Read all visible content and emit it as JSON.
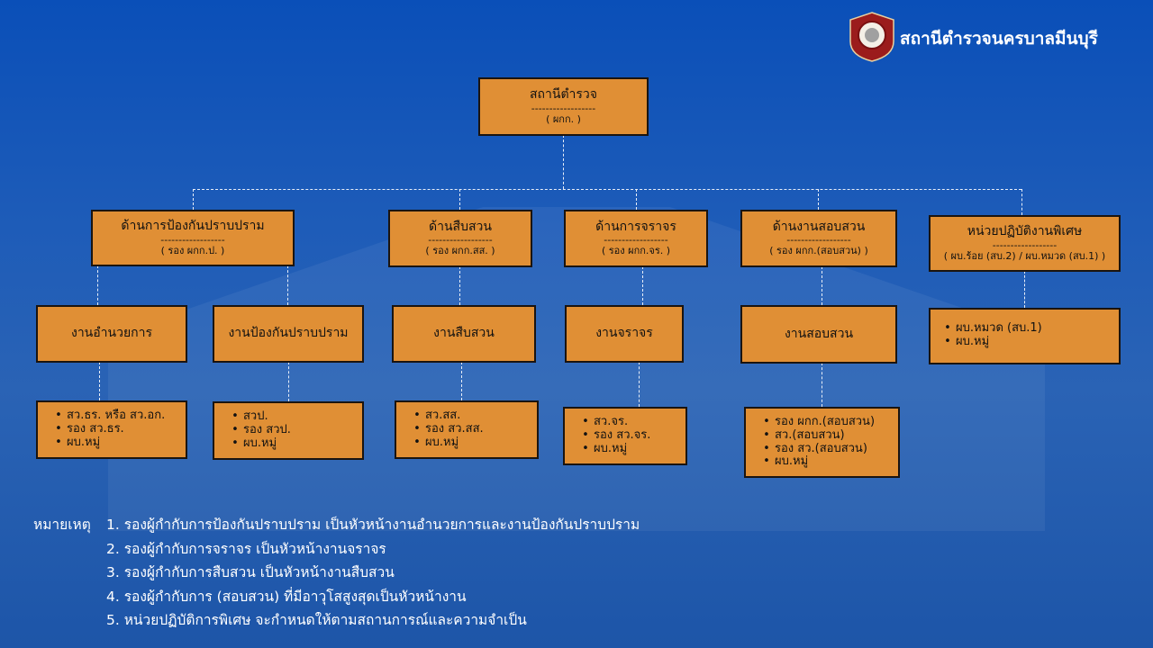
{
  "header": {
    "title": "สถานีตำรวจนครบาลมีนบุรี",
    "logo": "police-emblem"
  },
  "colors": {
    "box": "#e08f35",
    "background": "#1e5cb8"
  },
  "root": {
    "title": "สถานีตำรวจ",
    "divider": "------------------",
    "sub": "( ผกก. )"
  },
  "divisions": [
    {
      "title": "ด้านการป้องกันปราบปราม",
      "divider": "------------------",
      "sub": "( รอง ผกก.ป. )"
    },
    {
      "title": "ด้านสืบสวน",
      "divider": "------------------",
      "sub": "( รอง ผกก.สส. )"
    },
    {
      "title": "ด้านการจราจร",
      "divider": "------------------",
      "sub": "( รอง ผกก.จร. )"
    },
    {
      "title": "ด้านงานสอบสวน",
      "divider": "------------------",
      "sub": "( รอง ผกก.(สอบสวน) )"
    },
    {
      "title": "หน่วยปฏิบัติงานพิเศษ",
      "divider": "------------------",
      "sub": "( ผบ.ร้อย (สบ.2) / ผบ.หมวด (สบ.1)  )"
    }
  ],
  "units": [
    "งานอำนวยการ",
    "งานป้องกันปราบปราม",
    "งานสืบสวน",
    "งานจราจร",
    "งานสอบสวน"
  ],
  "special_unit": {
    "items": [
      "ผบ.หมวด (สบ.1)",
      "ผบ.หมู่"
    ]
  },
  "staff": [
    [
      "สว.ธร. หรือ สว.อก.",
      "รอง สว.ธร.",
      "ผบ.หมู่"
    ],
    [
      "สวป.",
      "รอง สวป.",
      "ผบ.หมู่"
    ],
    [
      "สว.สส.",
      "รอง สว.สส.",
      "ผบ.หมู่"
    ],
    [
      "สว.จร.",
      "รอง สว.จร.",
      "ผบ.หมู่"
    ],
    [
      "รอง ผกก.(สอบสวน)",
      "สว.(สอบสวน)",
      "รอง สว.(สอบสวน)",
      "ผบ.หมู่"
    ]
  ],
  "notes": {
    "label": "หมายเหตุ",
    "items": [
      "1. รองผู้กำกับการป้องกันปราบปราม เป็นหัวหน้างานอำนวยการและงานป้องกันปราบปราม",
      "2. รองผู้กำกับการจราจร เป็นหัวหน้างานจราจร",
      "3. รองผู้กำกับการสืบสวน เป็นหัวหน้างานสืบสวน",
      "4. รองผู้กำกับการ (สอบสวน) ที่มีอาวุโสสูงสุดเป็นหัวหน้างาน",
      "5. หน่วยปฏิบัติการพิเศษ จะกำหนดให้ตามสถานการณ์และความจำเป็น"
    ]
  }
}
